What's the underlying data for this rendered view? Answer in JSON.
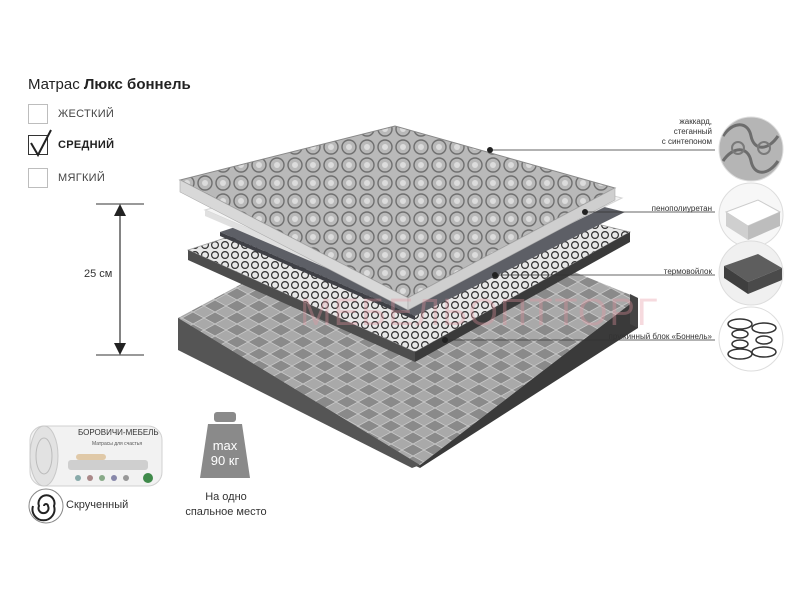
{
  "title": {
    "prefix": "Матрас",
    "name": "Люкс боннель"
  },
  "firmness": {
    "options": [
      {
        "label": "ЖЕСТКИЙ",
        "checked": false
      },
      {
        "label": "СРЕДНИЙ",
        "checked": true
      },
      {
        "label": "МЯГКИЙ",
        "checked": false
      }
    ]
  },
  "dimension": {
    "height_label": "25 см"
  },
  "layers": {
    "jacquard": {
      "line1": "жаккард,",
      "line2": "стеганный",
      "line3": "с синтепоном"
    },
    "foam": {
      "label": "пенополиуретан"
    },
    "felt": {
      "label": "термовойлок"
    },
    "springs": {
      "label": "пружинный блок «Боннель»"
    }
  },
  "rolled": {
    "label": "Скрученный",
    "package_brand": "БОРОВИЧИ-МЕБЕЛЬ",
    "package_slogan": "Матрасы для счастья"
  },
  "weight": {
    "line1": "max",
    "line2": "90 кг"
  },
  "sleeping": {
    "line1": "На одно",
    "line2": "спальное место"
  },
  "watermark": {
    "text": "МЕБЕЛЬОПТТОРГ"
  },
  "colors": {
    "accent": "#222222",
    "weight_icon": "#8a8a8a",
    "mattress_dark": "#3f3f3f",
    "cover": "#bcbcbc"
  }
}
